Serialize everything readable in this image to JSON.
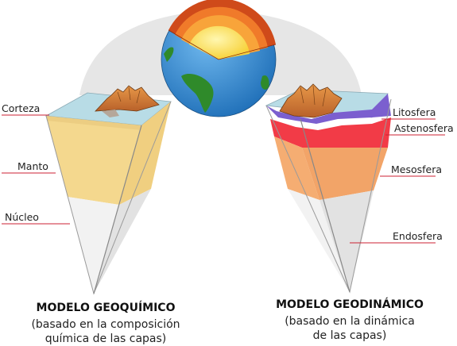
{
  "colors": {
    "crust_blue": "#b8dce6",
    "mantle": "#f4d88e",
    "core": "#eeeeee",
    "lithosphere": "#7b5fcf",
    "asthenosphere": "#f23b47",
    "mesosphere": "#f5ad72",
    "endosphere": "#eeeeee",
    "leader_line": "#cc2233",
    "backdrop": "#e6e6e6",
    "ocean": "#3a8fd6",
    "land": "#2f8a2a"
  },
  "left_model": {
    "labels": {
      "crust": "Corteza",
      "mantle": "Manto",
      "core": "Núcleo"
    },
    "title": "MODELO GEOQUÍMICO",
    "subtitle_line1": "(basado en la composición",
    "subtitle_line2": "química de las capas)"
  },
  "right_model": {
    "labels": {
      "lithosphere": "Litosfera",
      "asthenosphere": "Astenosfera",
      "mesosphere": "Mesosfera",
      "endosphere": "Endosfera"
    },
    "title": "MODELO GEODINÁMICO",
    "subtitle_line1": "(basado en la dinámica",
    "subtitle_line2": "de las capas)"
  },
  "icons": {
    "globe": "earth-cutaway-icon",
    "mountains": "mountain-relief-icon"
  }
}
